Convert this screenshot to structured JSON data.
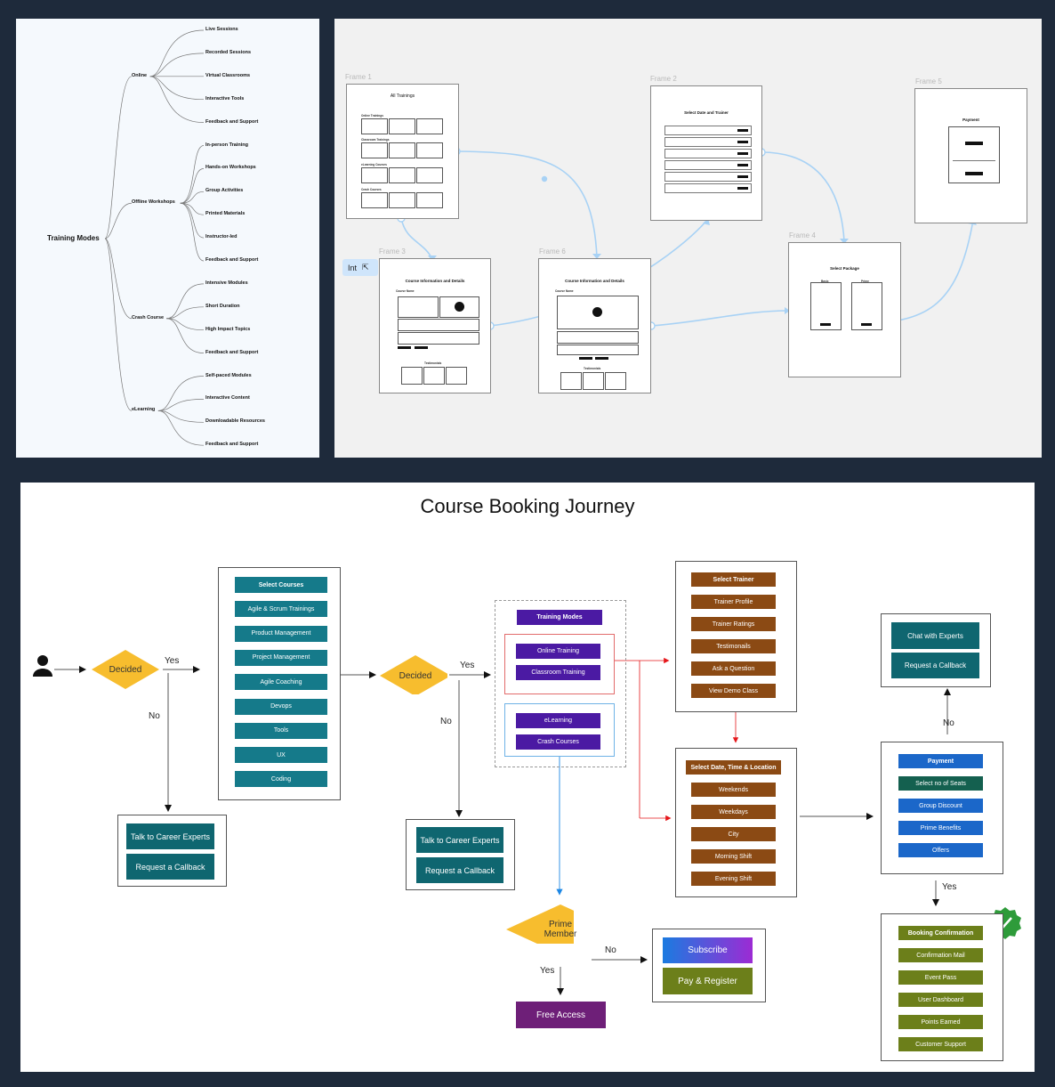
{
  "mindmap": {
    "root": "Training Modes",
    "branches": [
      {
        "label": "Online",
        "children": [
          "Live Sessions",
          "Recorded Sessions",
          "Virtual Classrooms",
          "Interactive Tools",
          "Feedback and Support"
        ]
      },
      {
        "label": "Offline Workshops",
        "children": [
          "In-person Training",
          "Hands-on Workshops",
          "Group Activities",
          "Printed Materials",
          "Instructor-led",
          "Feedback and Support"
        ]
      },
      {
        "label": "Crash Course",
        "children": [
          "Intensive Modules",
          "Short Duration",
          "High Impact Topics",
          "Feedback and Support"
        ]
      },
      {
        "label": "eLearning",
        "children": [
          "Self-paced Modules",
          "Interactive Content",
          "Downloadable Resources",
          "Feedback and Support"
        ]
      }
    ]
  },
  "wireframes": {
    "int_badge": "Int",
    "frames": [
      {
        "label": "Frame 1",
        "title": "All Trainings",
        "sections": [
          "Online Trainings",
          "Classroom Trainings",
          "eLearning Courses",
          "Crash Courses"
        ]
      },
      {
        "label": "Frame 2",
        "title": "Select Date and Trainer"
      },
      {
        "label": "Frame 3",
        "title": "Course Information and Details",
        "course_name": "Course Name",
        "testimonials": "Testimonials"
      },
      {
        "label": "Frame 6",
        "title": "Course Information and Details",
        "course_name": "Course Name",
        "testimonials": "Testimonials"
      },
      {
        "label": "Frame 4",
        "title": "Select Package",
        "col1": "Basic",
        "col2": "Prime"
      },
      {
        "label": "Frame 5",
        "title": "Payment"
      }
    ]
  },
  "journey": {
    "title": "Course Booking Journey",
    "decided_1": "Decided",
    "decided_2": "Decided",
    "prime_member": "Prime Member",
    "yes": "Yes",
    "no": "No",
    "select_courses": [
      "Select Courses",
      "Agile & Scrum Trainings",
      "Product Management",
      "Project Management",
      "Agile Coaching",
      "Devops",
      "Tools",
      "UX",
      "Coding"
    ],
    "talk_to_experts": "Talk to Career Experts",
    "request_callback": "Request a Callback",
    "training_modes": "Training Modes",
    "online_training": "Online Training",
    "classroom_training": "Classroom Training",
    "elearning": "eLearning",
    "crash_courses": "Crash Courses",
    "select_trainer": [
      "Select Trainer",
      "Trainer Profile",
      "Trainer Ratings",
      "Testimonails",
      "Ask a Question",
      "View Demo Class"
    ],
    "select_date": [
      "Select Date, Time & Location",
      "Weekends",
      "Weekdays",
      "City",
      "Morning Shift",
      "Evening Shift"
    ],
    "subscribe": "Subscribe",
    "pay_register": "Pay & Register",
    "free_access": "Free Access",
    "chat_experts": "Chat with Experts",
    "payment": [
      "Payment",
      "Select no of Seats",
      "Group Discount",
      "Prime Benefits",
      "Offers"
    ],
    "booking": [
      "Booking Confirmation",
      "Confirmation Mail",
      "Event Pass",
      "User Dashboard",
      "Points Earned",
      "Customer Support"
    ],
    "colors": {
      "teal": "#157a8a",
      "darkteal": "#0f6670",
      "purple": "#4b1aa3",
      "brown": "#8b4a14",
      "blue": "#1b67c9",
      "green": "#6c7f1a",
      "darkgreen": "#14604f",
      "yellow": "#f7bd2e",
      "magenta": "#6e1f78"
    }
  }
}
